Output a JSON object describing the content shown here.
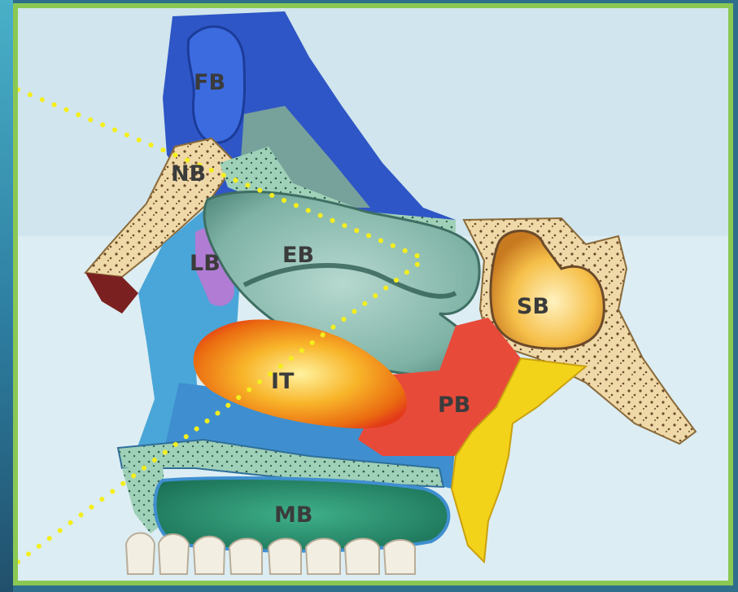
{
  "labels": {
    "fb": "FB",
    "nb": "NB",
    "lb": "LB",
    "eb": "EB",
    "sb": "SB",
    "it": "IT",
    "pb": "PB",
    "mb": "MB"
  },
  "colors": {
    "frame_border": "#8ac853",
    "dotted_line": "#f4ee1e",
    "frontal_blue": "#2f56c6",
    "ethmoid_teal": "#6fa89a",
    "turbinate_orange": "#f08a18",
    "palatine_red": "#e84a3a",
    "sphenoid_tan": "#f0d7a0",
    "maxilla_blue": "#4aa6d8",
    "lacrimal_purple": "#b07cd4",
    "yellow_plate": "#f3d21a"
  }
}
